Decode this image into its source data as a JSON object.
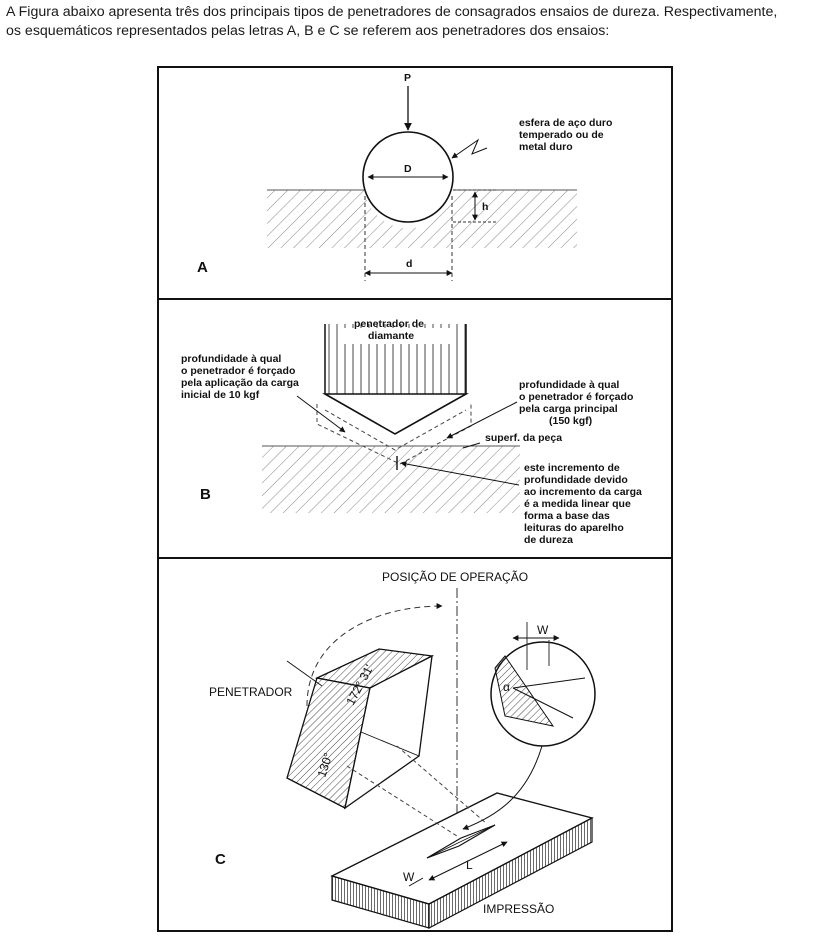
{
  "question": {
    "line1": "A Figura abaixo apresenta três dos principais tipos de penetradores de consagrados ensaios de dureza. Respectivamente,",
    "line2": "os esquemáticos representados pelas letras A, B e C se referem aos penetradores dos ensaios:"
  },
  "panel_a": {
    "letter": "A",
    "load": "P",
    "diameter": "D",
    "depth": "h",
    "impression": "d",
    "note_1": "esfera de aço duro",
    "note_2": "temperado ou de",
    "note_3": "metal duro"
  },
  "panel_b": {
    "letter": "B",
    "title_1": "penetrador de",
    "title_2": "diamante",
    "left_1": "profundidade à qual",
    "left_2": "o penetrador é forçado",
    "left_3": "pela aplicação da carga",
    "left_4": "inicial de 10 kgf",
    "right_1": "profundidade à qual",
    "right_2": "o penetrador é forçado",
    "right_3": "pela carga principal",
    "right_4": "(150 kgf)",
    "surface": "superf. da peça",
    "inc_1": "este incremento de",
    "inc_2": "profundidade devido",
    "inc_3": "ao incremento da carga",
    "inc_4": "é a medida linear que",
    "inc_5": "forma a base das",
    "inc_6": "leituras do aparelho",
    "inc_7": "de dureza"
  },
  "panel_c": {
    "letter": "C",
    "position": "POSIÇÃO DE OPERAÇÃO",
    "indenter": "PENETRADOR",
    "angle_long": "172° 31'",
    "angle_short": "130°",
    "w_top": "W",
    "alpha": "α",
    "w_bottom": "W",
    "l_bottom": "L",
    "impression": "IMPRESSÃO"
  }
}
